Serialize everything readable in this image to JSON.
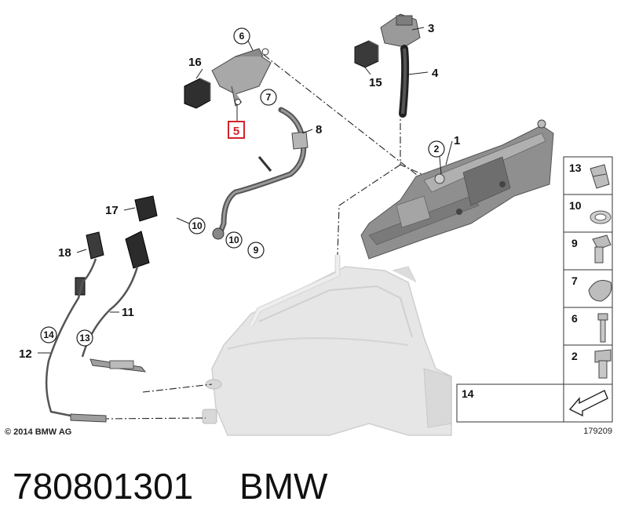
{
  "callouts": {
    "c1": "1",
    "c2": "2",
    "c3": "3",
    "c4": "4",
    "c5": "5",
    "c6": "6",
    "c7": "7",
    "c8": "8",
    "c9": "9",
    "c10a": "10",
    "c10b": "10",
    "c11": "11",
    "c12": "12",
    "c13": "13",
    "c14": "14",
    "c15": "15",
    "c16": "16",
    "c17": "17",
    "c18": "18"
  },
  "legend": {
    "items": [
      "13",
      "10",
      "9",
      "7",
      "6",
      "2"
    ],
    "bottom_item": "14"
  },
  "copyright": "© 2014 BMW AG",
  "diagram_number": "179209",
  "part_number": "780801301",
  "brand": "BMW",
  "colors": {
    "highlight": "#d2232a",
    "part_gray": "#8c8c8c",
    "catalyst": "#e4e4e4"
  }
}
